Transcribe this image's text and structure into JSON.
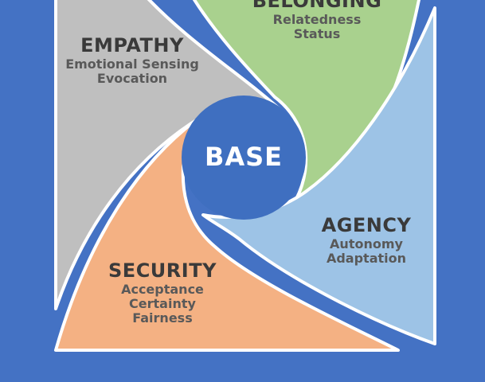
{
  "center": {
    "label": "BASE"
  },
  "quadrants": {
    "empathy": {
      "heading": "EMPATHY",
      "lines": [
        "Emotional Sensing",
        "Evocation"
      ]
    },
    "belonging": {
      "heading": "BELONGING",
      "lines": [
        "Relatedness",
        "Status"
      ]
    },
    "agency": {
      "heading": "AGENCY",
      "lines": [
        "Autonomy",
        "Adaptation"
      ]
    },
    "security": {
      "heading": "SECURITY",
      "lines": [
        "Acceptance",
        "Certainty",
        "Fairness"
      ]
    }
  },
  "colors": {
    "background": "#4472c4",
    "center": "#3f6fc0",
    "empathy": "#bfbfbf",
    "belonging": "#a9d18e",
    "agency": "#9dc3e6",
    "security": "#f4b183",
    "outline": "#ffffff"
  }
}
